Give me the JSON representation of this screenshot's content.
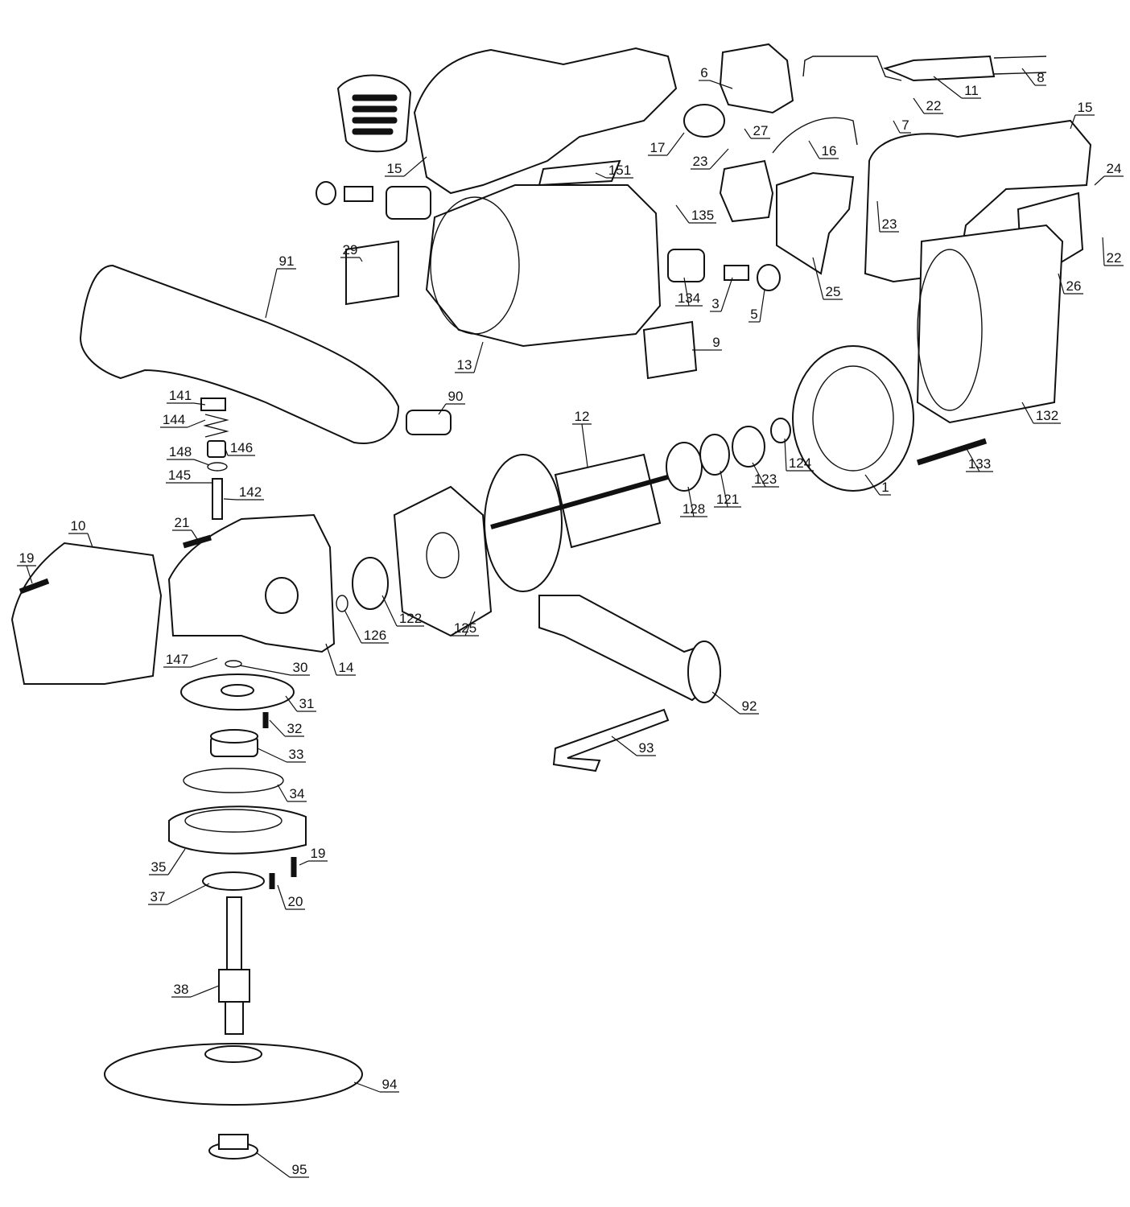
{
  "diagram_title": "",
  "labels": [
    "6",
    "11",
    "8",
    "22",
    "7",
    "15",
    "27",
    "16",
    "17",
    "23",
    "15",
    "151",
    "24",
    "135",
    "23",
    "22",
    "29",
    "91",
    "26",
    "134",
    "3",
    "5",
    "25",
    "9",
    "13",
    "90",
    "141",
    "12",
    "132",
    "144",
    "146",
    "124",
    "148",
    "133",
    "123",
    "1",
    "145",
    "121",
    "128",
    "142",
    "21",
    "10",
    "19",
    "126",
    "122",
    "125",
    "147",
    "30",
    "14",
    "31",
    "92",
    "32",
    "33",
    "93",
    "34",
    "19",
    "35",
    "20",
    "37",
    "38",
    "94",
    "95"
  ]
}
